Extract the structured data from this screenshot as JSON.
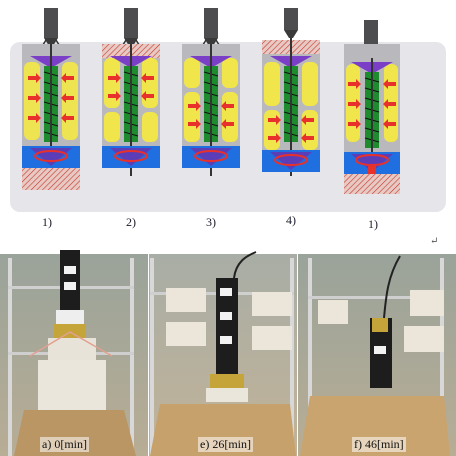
{
  "diagram": {
    "steps": [
      {
        "label": "1)"
      },
      {
        "label": "2)"
      },
      {
        "label": "3)"
      },
      {
        "label": "4)"
      },
      {
        "label": "1)"
      }
    ],
    "colors": {
      "panel": "#e6e6ea",
      "body": "#b9b9bd",
      "gripper": "#f0e54a",
      "spring": "#1e8c2e",
      "arrow": "#e8312a",
      "cone_top": "#7a3fc6",
      "tip": "#1f6fe0",
      "soil": "#d8b3ae"
    },
    "return_mark": "↵"
  },
  "photos": [
    {
      "caption": "a) 0[min]"
    },
    {
      "caption": "e) 26[min]"
    },
    {
      "caption": "f) 46[min]"
    }
  ]
}
